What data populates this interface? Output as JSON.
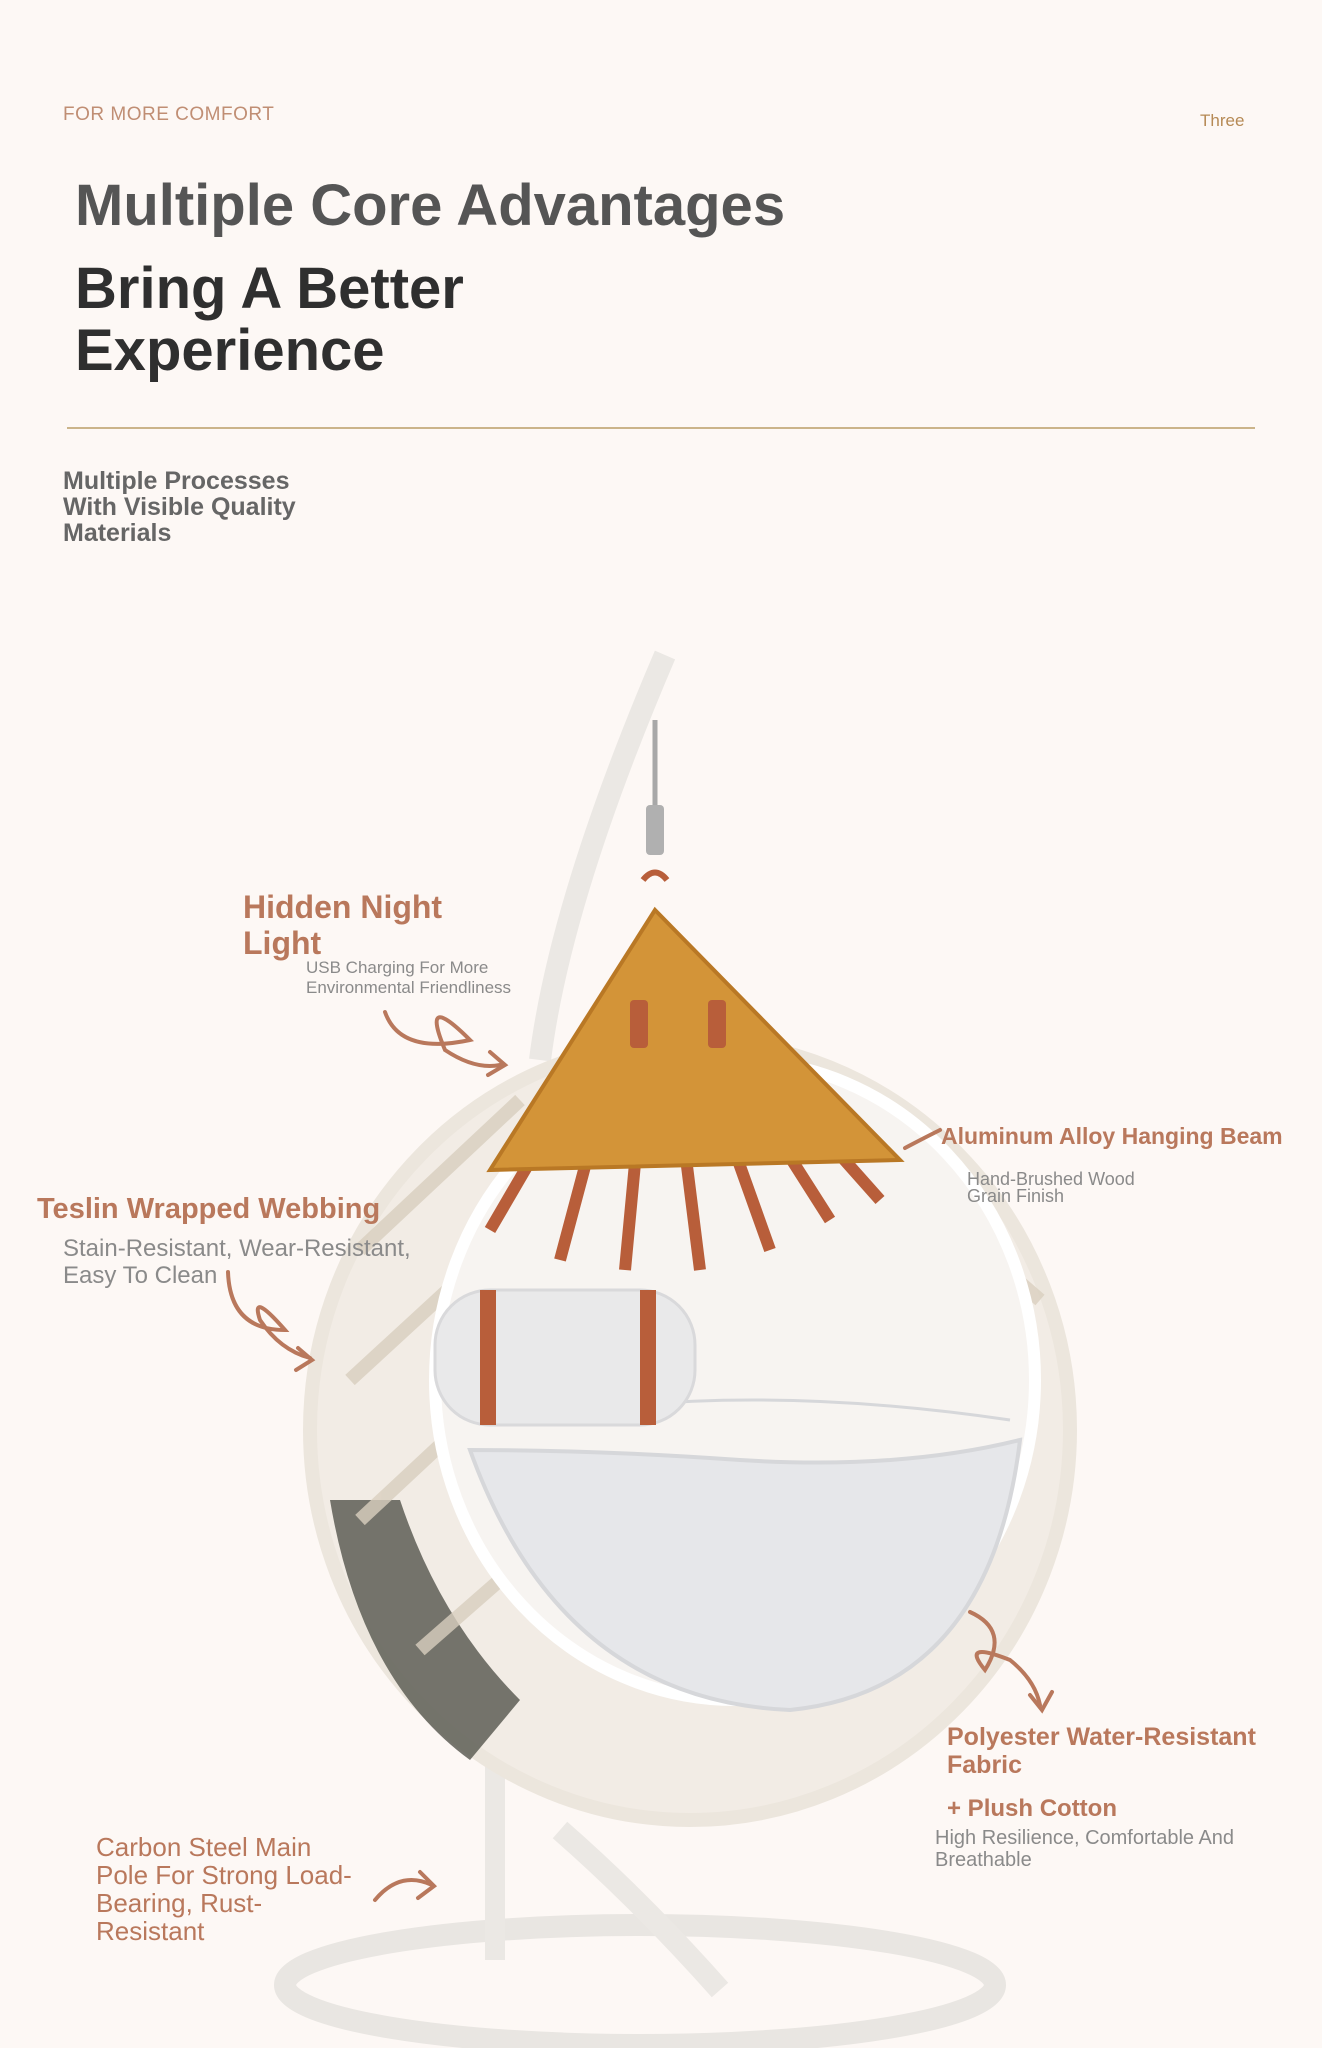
{
  "header": {
    "tagline": "FOR MORE COMFORT",
    "page_number": "Three",
    "title_line1": "Multiple Core Advantages",
    "title_line2": "Bring A Better Experience"
  },
  "intro": "Multiple Processes With Visible Quality Materials",
  "features": {
    "night_light": {
      "title": "Hidden Night Light",
      "desc": "USB Charging For More Environmental Friendliness"
    },
    "beam": {
      "title": "Aluminum Alloy Hanging Beam",
      "desc": "Hand-Brushed Wood Grain Finish"
    },
    "webbing": {
      "title": "Teslin Wrapped Webbing",
      "desc": "Stain-Resistant, Wear-Resistant, Easy To Clean"
    },
    "fabric": {
      "title": "Polyester Water-Resistant Fabric",
      "subtitle": "+ Plush Cotton",
      "desc": "High Resilience, Comfortable And Breathable"
    },
    "pole": {
      "title": "Carbon Steel Main Pole For Strong Load-Bearing, Rust-Resistant"
    }
  },
  "colors": {
    "accent": "#b9785c",
    "heading_dark": "#2f2f2f",
    "heading_grey": "#555555",
    "divider": "#cbb48a",
    "wood": "#d39438",
    "strap": "#b85e3a"
  }
}
